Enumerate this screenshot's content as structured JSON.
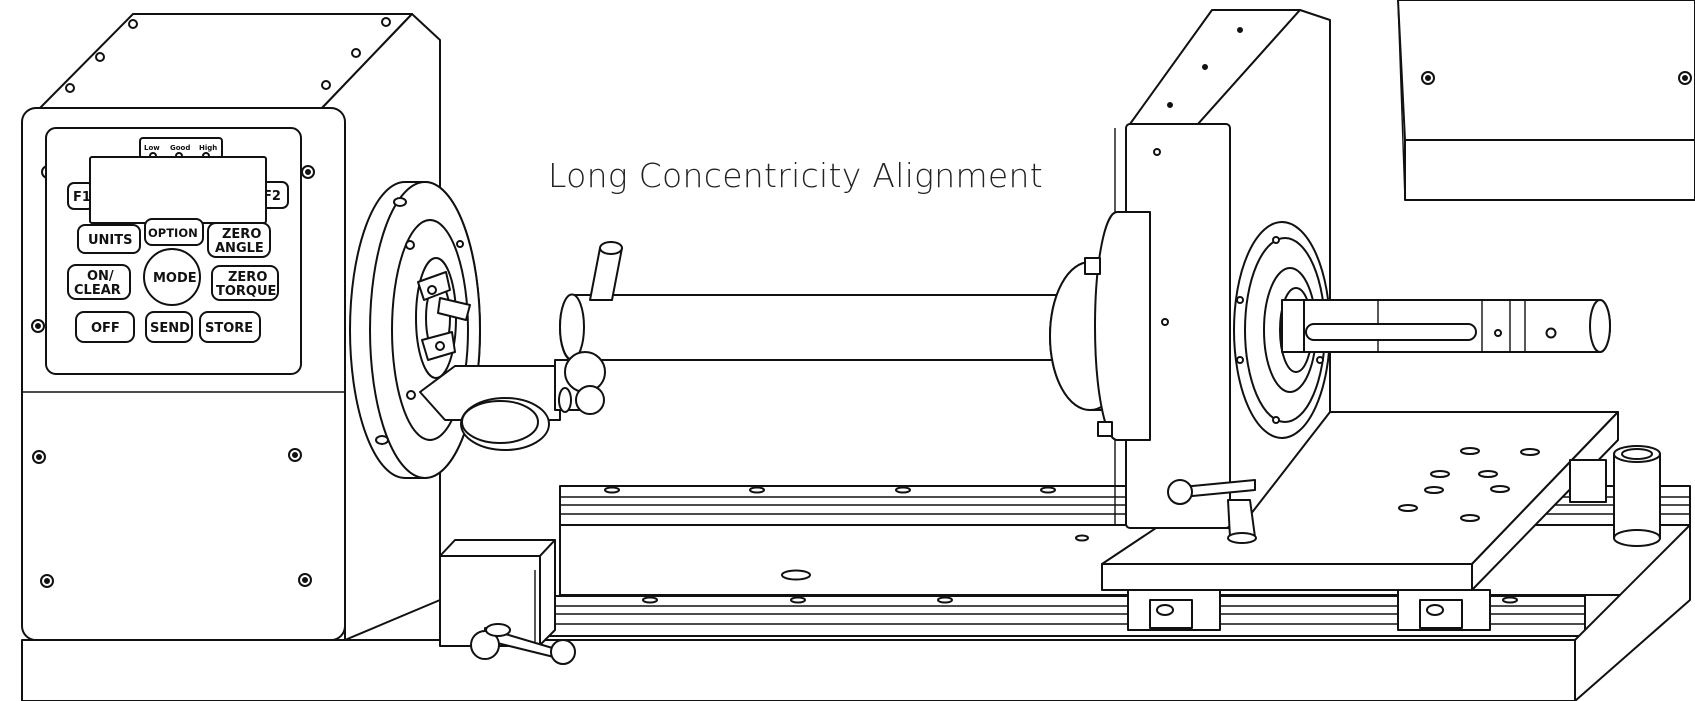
{
  "title": "Long Concentricity Alignment",
  "keypad": {
    "indicators": [
      "Low",
      "Good",
      "High"
    ],
    "keys": {
      "f1": "F1",
      "f2": "F2",
      "units": "UNITS",
      "option": "OPTION",
      "zero_angle": [
        "ZERO",
        "ANGLE"
      ],
      "on_clear": [
        "ON/",
        "CLEAR"
      ],
      "mode": "MODE",
      "zero_torque": [
        "ZERO",
        "TORQUE"
      ],
      "off": "OFF",
      "send": "SEND",
      "store": "STORE"
    }
  },
  "icons": [
    "mounting-screw-icon",
    "lever-handle-icon",
    "dial-indicator-icon"
  ]
}
